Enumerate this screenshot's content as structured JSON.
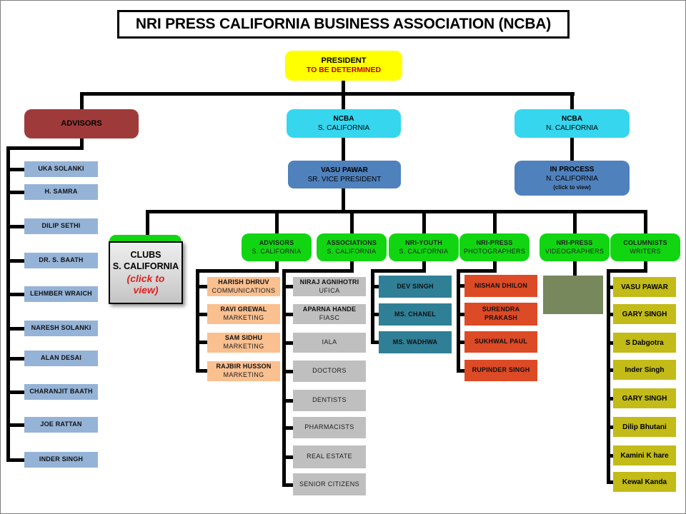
{
  "title": "NRI PRESS CALIFORNIA BUSINESS ASSOCIATION (NCBA)",
  "president": {
    "title": "PRESIDENT",
    "subtitle": "TO BE DETERMINED"
  },
  "ncba_south": {
    "line1": "NCBA",
    "line2": "S. CALIFORNIA"
  },
  "ncba_north": {
    "line1": "NCBA",
    "line2": "N. CALIFORNIA"
  },
  "vice_president": {
    "line1": "VASU PAWAR",
    "line2": "SR. VICE PRESIDENT"
  },
  "in_process": {
    "line1": "IN PROCESS",
    "line2": "N. CALIFORNIA",
    "note": "(click to view)"
  },
  "advisors": {
    "header": "ADVISORS",
    "members": [
      "UKA SOLANKI",
      "H. SAMRA",
      "DILIP SETHI",
      "DR. S. BAATH",
      "LEHMBER WRAICH",
      "NARESH SOLANKI",
      "ALAN DESAI",
      "CHARANJIT BAATH",
      "JOE RATTAN",
      "INDER SINGH"
    ]
  },
  "clubs": {
    "line1": "CLUBS",
    "line2": "S. CALIFORNIA",
    "note_line1": "(click to",
    "note_line2": "view)"
  },
  "advisors_sc": {
    "header_line1": "ADVISORS",
    "header_line2": "S. CALIFORNIA",
    "items": [
      {
        "l1": "HARISH DHRUV",
        "l2": "COMMUNICATIONS"
      },
      {
        "l1": "RAVI GREWAL",
        "l2": "MARKETING"
      },
      {
        "l1": "SAM SIDHU",
        "l2": "MARKETING"
      },
      {
        "l1": "RAJBIR HUSSON",
        "l2": "MARKETING"
      }
    ]
  },
  "associations_sc": {
    "header_line1": "ASSOCIATIONS",
    "header_line2": "S. CALIFORNIA",
    "items": [
      {
        "l1": "NIRAJ AGNIHOTRI",
        "l2": "UFICA"
      },
      {
        "l1": "APARNA HANDE",
        "l2": "FIASC"
      },
      "IALA",
      "DOCTORS",
      "DENTISTS",
      "PHARMACISTS",
      "REAL ESTATE",
      "SENIOR CITIZENS"
    ]
  },
  "nri_youth": {
    "header_line1": "NRI-YOUTH",
    "header_line2": "S. CALIFORNIA",
    "items": [
      "DEV SINGH",
      "MS. CHANEL",
      "MS. WADHWA"
    ]
  },
  "photographers": {
    "header_line1": "NRI-PRESS",
    "header_line2": "PHOTOGRAPHERS",
    "items": [
      "NISHAN DHILON",
      {
        "l1": "SURENDRA",
        "l2": "PRAKASH"
      },
      "SUKHWAL PAUL",
      "RUPINDER SINGH"
    ]
  },
  "videographers": {
    "header_line1": "NRI-PRESS",
    "header_line2": "VIDEOGRAPHERS"
  },
  "columnists": {
    "header_line1": "COLUMNISTS",
    "header_line2": "WRITERS",
    "items": [
      "VASU PAWAR",
      "GARY SINGH",
      "S Dabgotra",
      "Inder Singh",
      "GARY SINGH",
      "Dilip Bhutani",
      "Kamini K hare",
      "Kewal Kanda"
    ]
  },
  "colors": {
    "yellow": "#FFFF00",
    "cyan": "#35D6EE",
    "maroon": "#9E3B3A",
    "blue": "#4F81BD",
    "light_blue": "#95B3D7",
    "green": "#12D512",
    "peach": "#FAC090",
    "gray": "#BFBFBF",
    "teal": "#2F7F96",
    "orange_red": "#DD4A26",
    "olive": "#76885C",
    "dark_yellow": "#C2BB18",
    "red_text": "#C00000",
    "click_red": "#E02020"
  }
}
